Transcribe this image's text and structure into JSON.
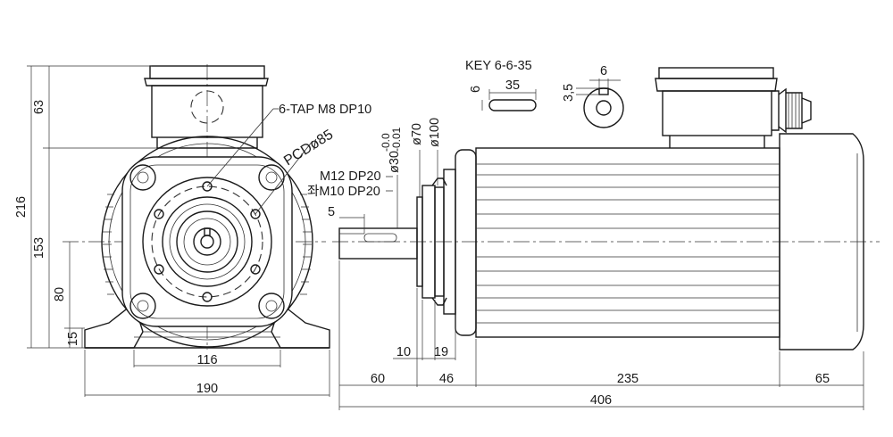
{
  "front_view": {
    "tap_note": "6-TAP M8 DP10",
    "pcd_note": "PCDø85",
    "dims": {
      "d216": "216",
      "d153": "153",
      "d63": "63",
      "d80": "80",
      "d15": "15",
      "d116": "116",
      "d190": "190"
    }
  },
  "side_view": {
    "thread_note_1": "M12 DP20",
    "thread_note_2": "좌M10 DP20",
    "shaft_dia": "ø30",
    "shaft_tol_upper": "-0.0",
    "shaft_tol_lower": "-0.01",
    "spigot_dia": "ø70",
    "flange_dia": "ø100",
    "dims": {
      "d5": "5",
      "d10": "10",
      "d19": "19",
      "d60": "60",
      "d46": "46",
      "d235": "235",
      "d65": "65",
      "d406": "406"
    }
  },
  "key_detail": {
    "title": "KEY 6-6-35",
    "key_length": "35",
    "key_height": "6",
    "keyway_width": "6",
    "keyway_depth": "3,5"
  }
}
